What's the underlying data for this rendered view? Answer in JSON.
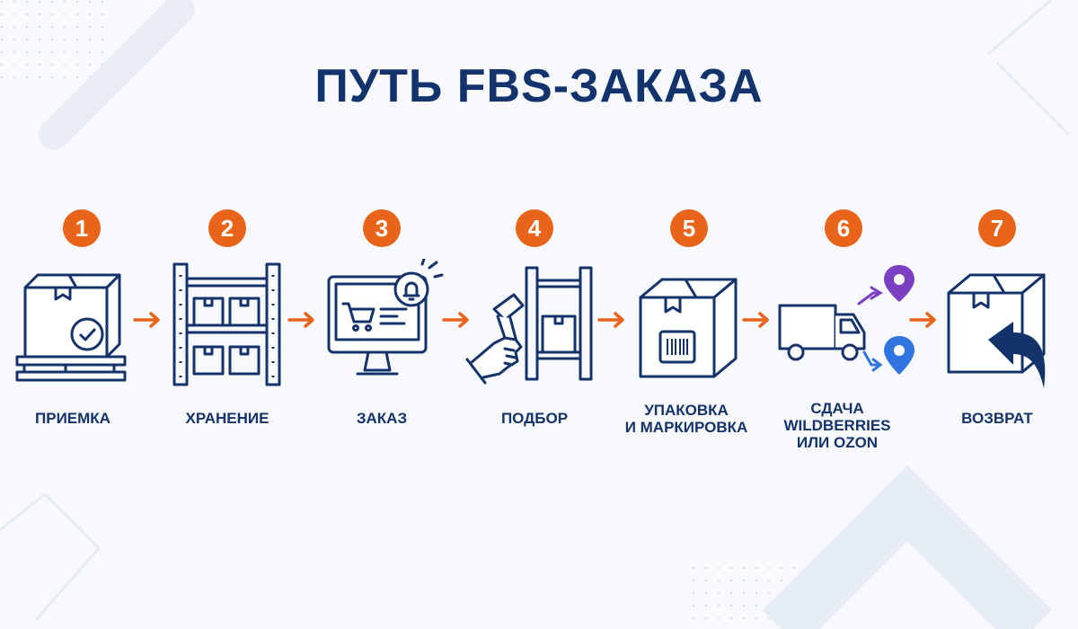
{
  "title": "ПУТЬ FBS-ЗАКАЗА",
  "colors": {
    "navy": "#14336a",
    "orange": "#e8641b",
    "purple": "#7b3fc4",
    "blue": "#2f74e0",
    "background": "#f7f9fc"
  },
  "steps": [
    {
      "number": "1",
      "label": "ПРИЕМКА",
      "icon": "box-on-pallet-check-icon"
    },
    {
      "number": "2",
      "label": "ХРАНЕНИЕ",
      "icon": "warehouse-rack-icon"
    },
    {
      "number": "3",
      "label": "ЗАКАЗ",
      "icon": "monitor-cart-bell-icon"
    },
    {
      "number": "4",
      "label": "ПОДБОР",
      "icon": "scanner-rack-icon"
    },
    {
      "number": "5",
      "label": "УПАКОВКА\nИ МАРКИРОВКА",
      "icon": "box-barcode-icon"
    },
    {
      "number": "6",
      "label": "СДАЧА\nWILDBERRIES\nИЛИ OZON",
      "icon": "truck-locations-icon"
    },
    {
      "number": "7",
      "label": "ВОЗВРАТ",
      "icon": "box-return-icon"
    }
  ]
}
